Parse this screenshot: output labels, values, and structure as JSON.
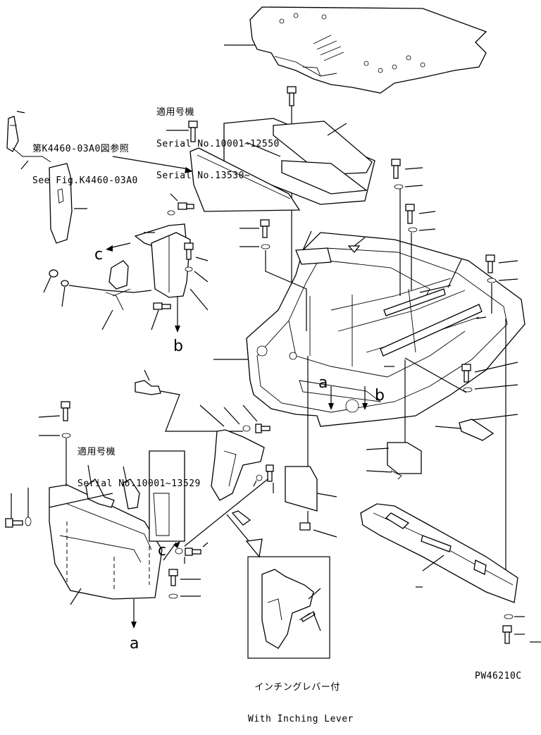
{
  "notes": {
    "applicable_1": {
      "line1": "適用号機",
      "line2": "Serial No.10001~12550",
      "line3": "Serial No.13530~"
    },
    "ref_fig": {
      "line1": "第K4460-03A0図参照",
      "line2": "See Fig.K4460-03A0"
    },
    "applicable_2": {
      "line1": "適用号機",
      "line2": "Serial No.10001~13529"
    },
    "inset_caption": {
      "line1": "インチングレバー付",
      "line2": "With Inching Lever"
    }
  },
  "markers": {
    "a": "a",
    "b": "b",
    "c": "c"
  },
  "figure_id": "PW46210C"
}
